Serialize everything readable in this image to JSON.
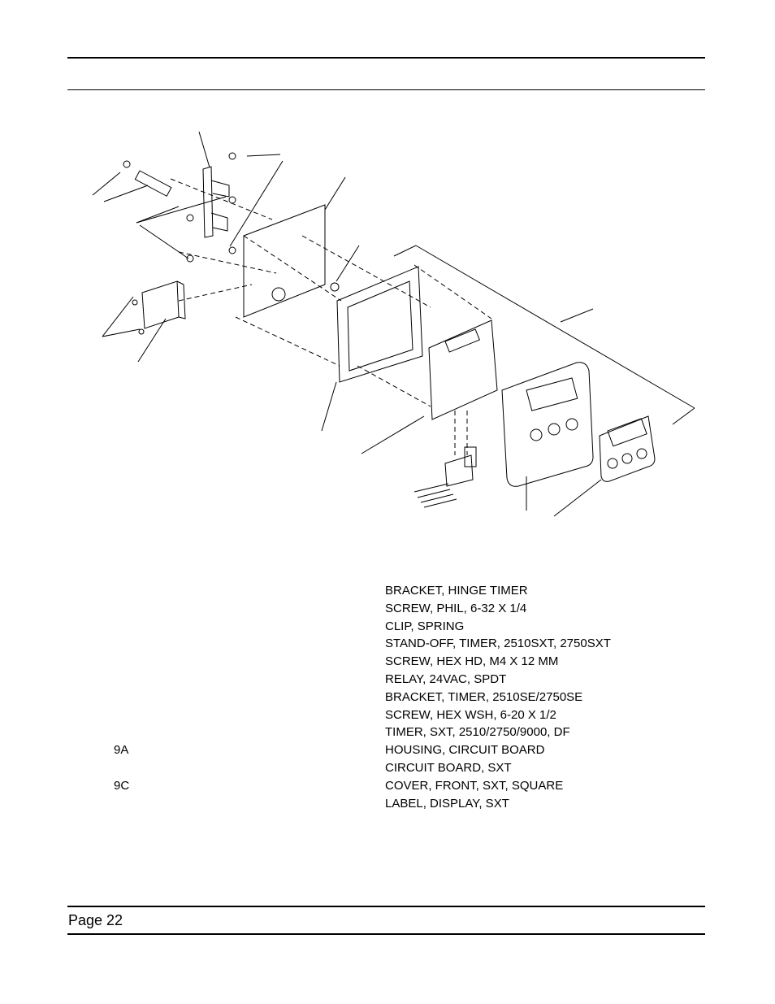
{
  "parts": [
    {
      "item": "",
      "description": "BRACKET, HINGE TIMER"
    },
    {
      "item": "",
      "description": "SCREW, PHIL, 6-32 X 1/4"
    },
    {
      "item": "",
      "description": "CLIP, SPRING"
    },
    {
      "item": "",
      "description": "STAND-OFF, TIMER, 2510SXT, 2750SXT"
    },
    {
      "item": "",
      "description": "SCREW, HEX HD, M4 X 12 MM"
    },
    {
      "item": "",
      "description": "RELAY, 24VAC, SPDT"
    },
    {
      "item": "",
      "description": "BRACKET, TIMER, 2510SE/2750SE"
    },
    {
      "item": "",
      "description": "SCREW, HEX WSH, 6-20 X 1/2"
    },
    {
      "item": "",
      "description": "TIMER, SXT, 2510/2750/9000, DF"
    },
    {
      "item": "9A",
      "description": "HOUSING, CIRCUIT BOARD"
    },
    {
      "item": "",
      "description": "CIRCUIT BOARD, SXT"
    },
    {
      "item": "9C",
      "description": "COVER, FRONT, SXT, SQUARE"
    },
    {
      "item": "",
      "description": "LABEL, DISPLAY, SXT"
    }
  ],
  "footer": {
    "page_label": "Page 22"
  }
}
